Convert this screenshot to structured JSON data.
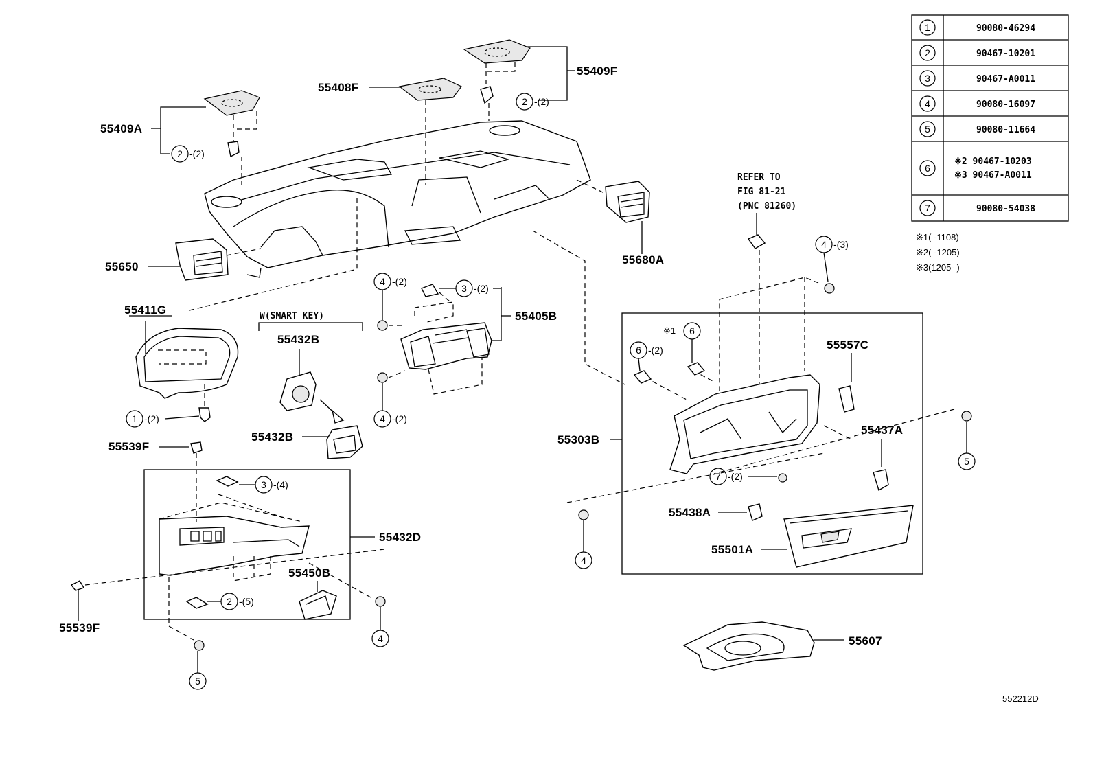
{
  "diagram_id": "552212D",
  "refer_note": [
    "REFER TO",
    "FIG 81-21",
    "(PNC 81260)"
  ],
  "smart_key_label": "W(SMART KEY)",
  "footnotes": [
    "※1(   -1108)",
    "※2(   -1205)",
    "※3(1205-   )"
  ],
  "parts_table": [
    {
      "ref": "1",
      "values": [
        "90080-46294"
      ]
    },
    {
      "ref": "2",
      "values": [
        "90467-10201"
      ]
    },
    {
      "ref": "3",
      "values": [
        "90467-A0011"
      ]
    },
    {
      "ref": "4",
      "values": [
        "90080-16097"
      ]
    },
    {
      "ref": "5",
      "values": [
        "90080-11664"
      ]
    },
    {
      "ref": "6",
      "values": [
        "※2 90467-10203",
        "※3 90467-A0011"
      ]
    },
    {
      "ref": "7",
      "values": [
        "90080-54038"
      ]
    }
  ],
  "part_labels": {
    "p55409F": "55409F",
    "p55408F": "55408F",
    "p55409A": "55409A",
    "p55650": "55650",
    "p55680A": "55680A",
    "p55411G": "55411G",
    "p55432B_a": "55432B",
    "p55432B_b": "55432B",
    "p55405B": "55405B",
    "p55539F_a": "55539F",
    "p55539F_b": "55539F",
    "p55432D": "55432D",
    "p55450B": "55450B",
    "p55303B": "55303B",
    "p55557C": "55557C",
    "p55437A": "55437A",
    "p55438A": "55438A",
    "p55501A": "55501A",
    "p55607": "55607"
  },
  "callouts": {
    "c1": {
      "ref": "2",
      "qty": "-(2)"
    },
    "c2": {
      "ref": "2",
      "qty": "-(2)"
    },
    "c3": {
      "ref": "4",
      "qty": "-(2)"
    },
    "c4": {
      "ref": "3",
      "qty": "-(2)"
    },
    "c5": {
      "ref": "4",
      "qty": "-(2)"
    },
    "c6": {
      "ref": "1",
      "qty": "-(2)"
    },
    "c7": {
      "ref": "3",
      "qty": "-(4)"
    },
    "c8": {
      "ref": "2",
      "qty": "-(5)"
    },
    "c9": {
      "ref": "4",
      "qty": ""
    },
    "c10": {
      "ref": "5",
      "qty": ""
    },
    "c11": {
      "ref": "4",
      "qty": "-(3)"
    },
    "c12": {
      "ref": "6",
      "qty": "-(2)"
    },
    "c13": {
      "ref": "6",
      "qty": "",
      "prefix": "※1"
    },
    "c14": {
      "ref": "7",
      "qty": "-(2)"
    },
    "c15": {
      "ref": "4",
      "qty": ""
    },
    "c16": {
      "ref": "5",
      "qty": ""
    }
  }
}
